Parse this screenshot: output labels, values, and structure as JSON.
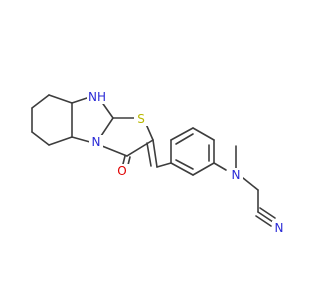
{
  "molecule": {
    "atom_labels": {
      "nh": "NH",
      "n_ring": "N",
      "s": "S",
      "o": "O",
      "n_amine": "N",
      "n_nitrile": "N"
    },
    "colors": {
      "bond": "#3d3d3d",
      "nitrogen": "#2a2ad6",
      "sulfur": "#b8b800",
      "oxygen": "#e00000"
    }
  }
}
